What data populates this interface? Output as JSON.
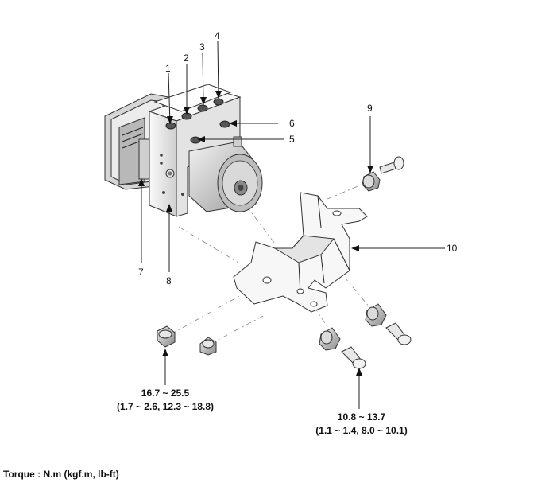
{
  "callouts": {
    "c1": "1",
    "c2": "2",
    "c3": "3",
    "c4": "4",
    "c5": "5",
    "c6": "6",
    "c7": "7",
    "c8": "8",
    "c9": "9",
    "c10": "10"
  },
  "torque_specs": {
    "left": {
      "line1": "16.7 ~ 25.5",
      "line2": "(1.7 ~ 2.6, 12.3 ~ 18.8)"
    },
    "right": {
      "line1": "10.8 ~ 13.7",
      "line2": "(1.1 ~ 1.4, 8.0 ~ 10.1)"
    }
  },
  "legend": "Torque : N.m (kgf.m, lb-ft)",
  "colors": {
    "line": "#222222",
    "body_light": "#f4f4f4",
    "body_mid": "#dcdcdc",
    "body_dark": "#9a9a9a",
    "port": "#555555"
  }
}
